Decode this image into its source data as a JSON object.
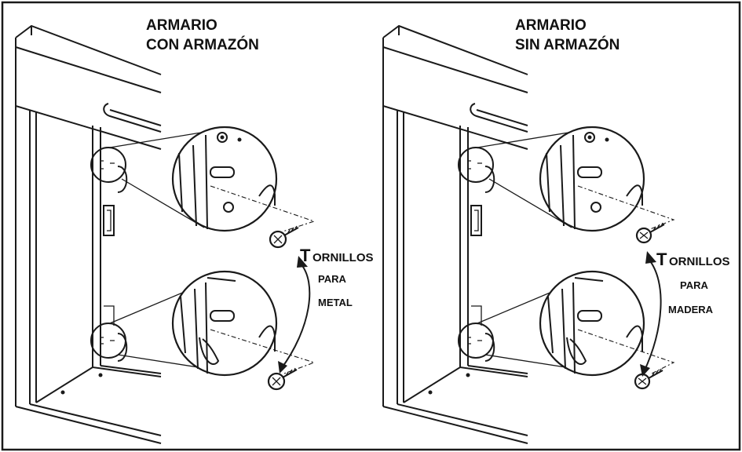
{
  "panels": [
    {
      "title_line1": "ARMARIO",
      "title_line2": "CON ARMAZÓN",
      "screw_line1_cap": "T",
      "screw_line1_rest": "ORNILLOS",
      "screw_line2": "PARA",
      "screw_line3": "METAL"
    },
    {
      "title_line1": "ARMARIO",
      "title_line2": "SIN ARMAZÓN",
      "screw_line1_cap": "T",
      "screw_line1_rest": "ORNILLOS",
      "screw_line2": "PARA",
      "screw_line3": "MADERA"
    }
  ],
  "colors": {
    "line": "#1a1a1a",
    "background": "#ffffff"
  }
}
